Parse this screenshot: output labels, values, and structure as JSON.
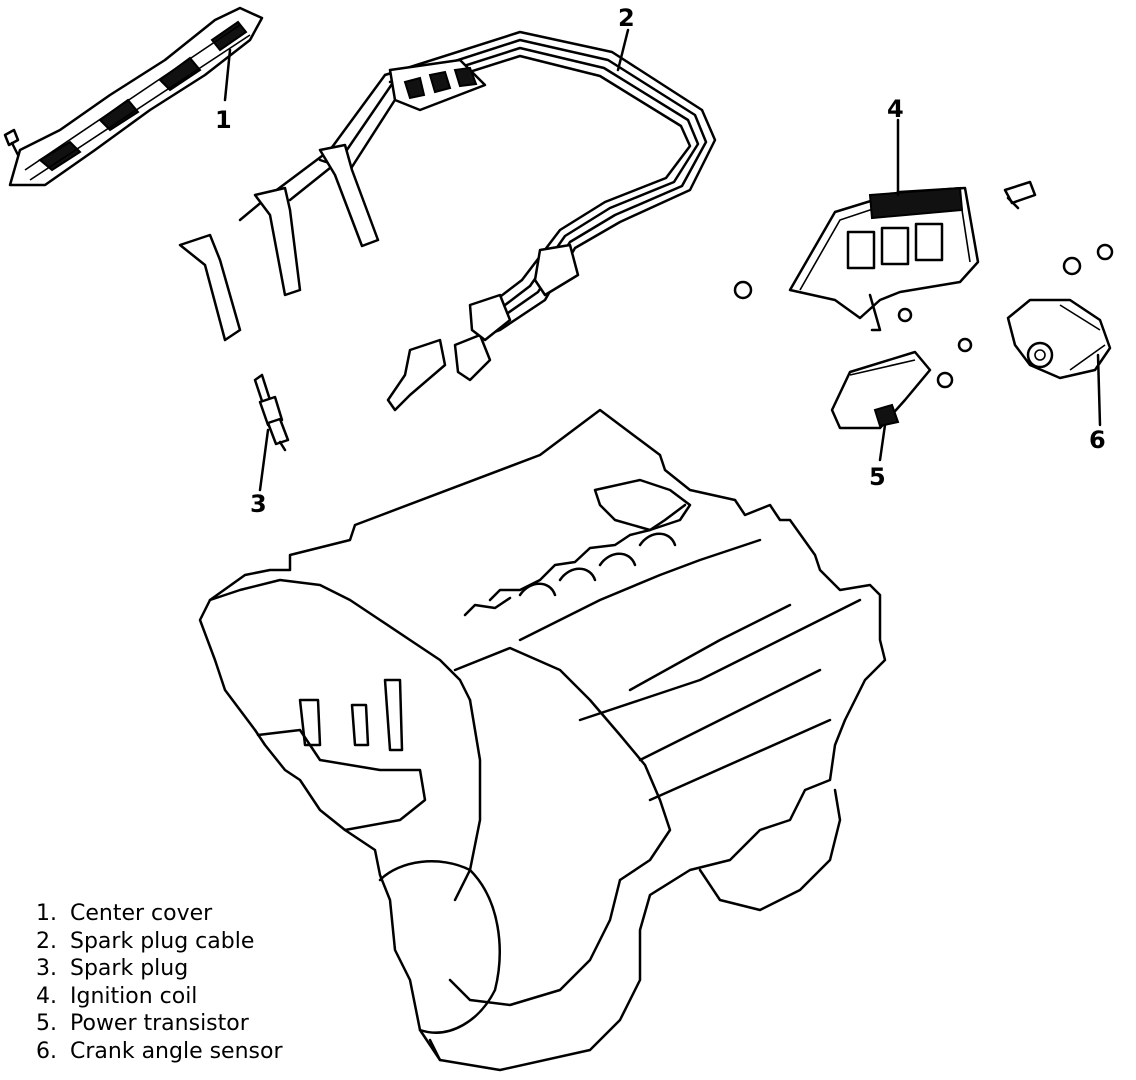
{
  "callouts": {
    "c1": "1",
    "c2": "2",
    "c3": "3",
    "c4": "4",
    "c5": "5",
    "c6": "6"
  },
  "legend": [
    {
      "num": "1.",
      "label": "Center cover"
    },
    {
      "num": "2.",
      "label": "Spark plug cable"
    },
    {
      "num": "3.",
      "label": "Spark plug"
    },
    {
      "num": "4.",
      "label": "Ignition coil"
    },
    {
      "num": "5.",
      "label": "Power transistor"
    },
    {
      "num": "6.",
      "label": "Crank angle sensor"
    }
  ]
}
